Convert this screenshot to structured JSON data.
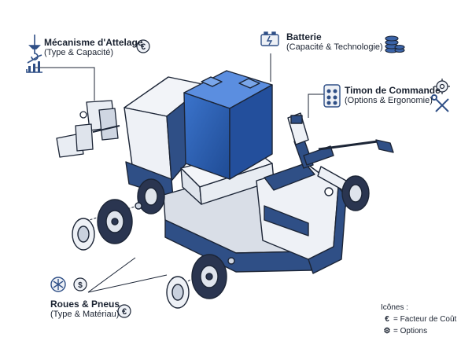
{
  "callouts": {
    "hitch": {
      "title": "Mécanisme d'Attelage",
      "subtitle": "(Type & Capacité)"
    },
    "battery": {
      "title": "Batterie",
      "subtitle": "(Capacité & Technologie)"
    },
    "tiller": {
      "title": "Timon de Commande",
      "subtitle": "(Options & Ergonomie)"
    },
    "wheels": {
      "title": "Roues & Pneus",
      "subtitle": "(Type & Matériau)"
    }
  },
  "legend": {
    "heading": "Icônes :",
    "items": [
      {
        "icon": "euro-icon",
        "label": "= Facteur de Coût"
      },
      {
        "icon": "gear-icon",
        "label": "= Options"
      }
    ]
  },
  "colors": {
    "body_blue": "#2f4f86",
    "battery_blue": "#2a5db0",
    "panel_light": "#eef1f6",
    "line": "#1c2536"
  }
}
